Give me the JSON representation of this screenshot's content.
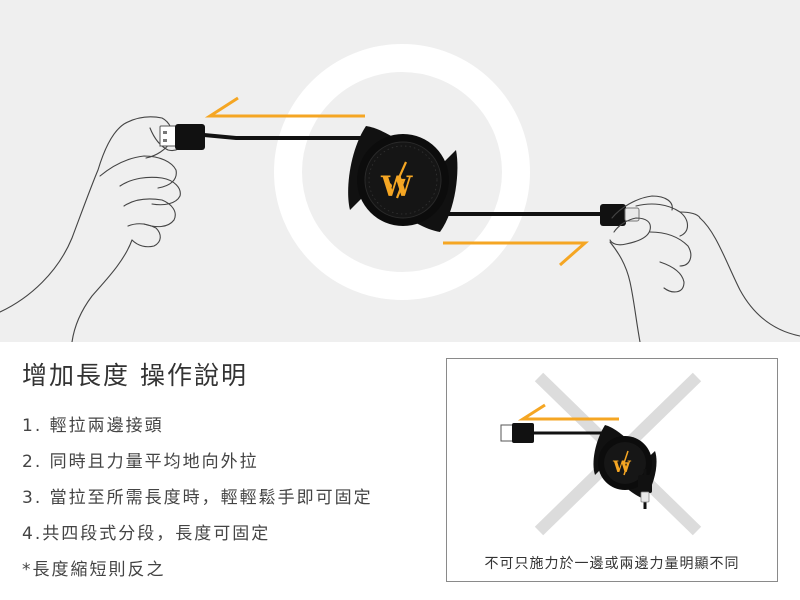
{
  "instructions": {
    "title": "增加長度 操作說明",
    "steps": [
      "1. 輕拉兩邊接頭",
      "2. 同時且力量平均地向外拉",
      "3. 當拉至所需長度時，輕輕鬆手即可固定",
      "4.共四段式分段，長度可固定",
      "*長度縮短則反之"
    ]
  },
  "wrong_usage": {
    "caption": "不可只施力於一邊或兩邊力量明顯不同"
  },
  "colors": {
    "accent_orange": "#f5a623",
    "cable_black": "#111111",
    "ring_white": "#ffffff",
    "hero_background": "#efefef",
    "cross_gray": "#dcdcdc"
  },
  "icons": {
    "brand_logo": "W-lightning-logo",
    "pull_arrow": "half-arrow"
  }
}
